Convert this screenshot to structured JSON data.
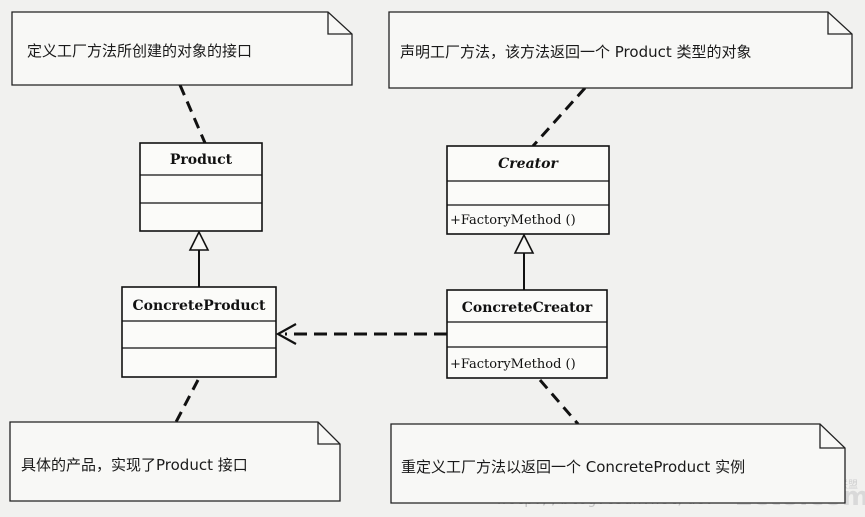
{
  "notes": {
    "product_note": "定义工厂方法所创建的对象的接口",
    "creator_note": "声明工厂方法，该方法返回一个 Product 类型的对象",
    "concrete_product_note": "具体的产品，实现了Product 接口",
    "concrete_creator_note": "重定义工厂方法以返回一个 ConcreteProduct 实例"
  },
  "classes": {
    "product": {
      "name": "Product"
    },
    "concrete_product": {
      "name": "ConcreteProduct"
    },
    "creator": {
      "name": "Creator",
      "method": "+FactoryMethod ()"
    },
    "concrete_creator": {
      "name": "ConcreteCreator",
      "method": "+FactoryMethod ()"
    }
  },
  "watermark": {
    "url": "http://blog.csdn.net/dev",
    "logo": "2cto.com",
    "logo_sub": "红黑联盟"
  }
}
